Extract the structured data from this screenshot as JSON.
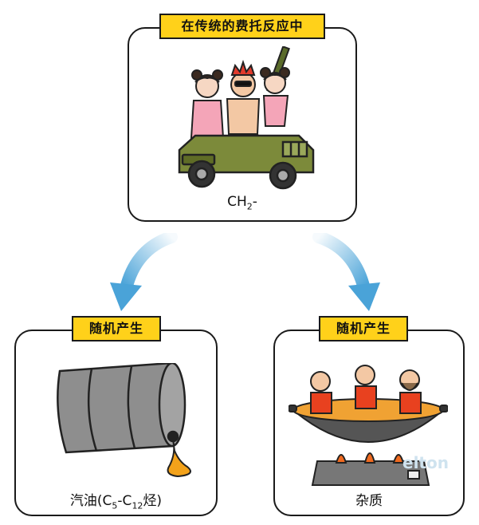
{
  "top": {
    "title": "在传统的费托反应中",
    "formula": {
      "base": "CH",
      "sub": "2",
      "suffix": "-"
    }
  },
  "left": {
    "title": "随机产生",
    "caption": {
      "prefix": "汽油(C",
      "sub1": "5",
      "mid": "-C",
      "sub2": "12",
      "suffix": "烃)"
    }
  },
  "right": {
    "title": "随机产生",
    "caption": "杂质",
    "watermark": "elton"
  },
  "colors": {
    "tag_bg": "#ffd11a",
    "arrow": "#4aa3d8",
    "jeep": "#7c8a3a",
    "barrel": "#8e8e8e",
    "oil": "#f3a21a",
    "soup": "#f0a233",
    "wok": "#555555"
  }
}
